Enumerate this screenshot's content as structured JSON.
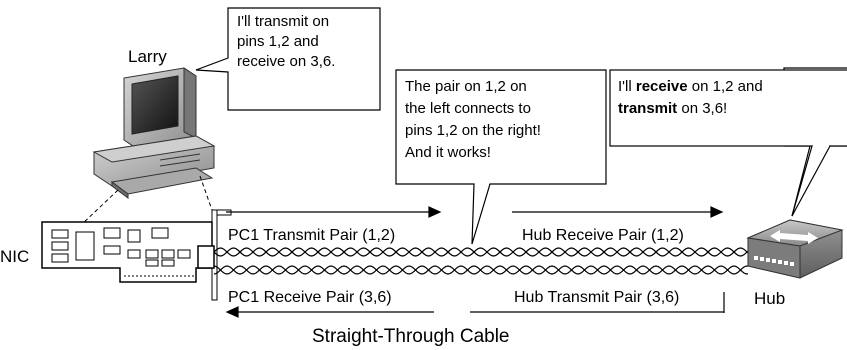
{
  "labels": {
    "larry": "Larry",
    "nic": "NIC",
    "hub": "Hub",
    "cable_title": "Straight-Through Cable",
    "pc1_transmit": "PC1 Transmit Pair (1,2)",
    "pc1_receive": "PC1 Receive Pair (3,6)",
    "hub_receive": "Hub Receive Pair (1,2)",
    "hub_transmit": "Hub Transmit Pair (3,6)"
  },
  "callouts": {
    "larry": {
      "line1": "I'll transmit on",
      "line2": "pins 1,2 and",
      "line3": "receive on 3,6."
    },
    "middle": {
      "line1": "The pair on 1,2 on",
      "line2": "the left connects to",
      "line3": "pins 1,2 on the right!",
      "line4": "And it works!"
    },
    "hub": {
      "prefix1": "I'll ",
      "bold1": "receive",
      "suffix1": " on 1,2 and",
      "bold2": "transmit",
      "suffix2": " on 3,6!"
    }
  }
}
